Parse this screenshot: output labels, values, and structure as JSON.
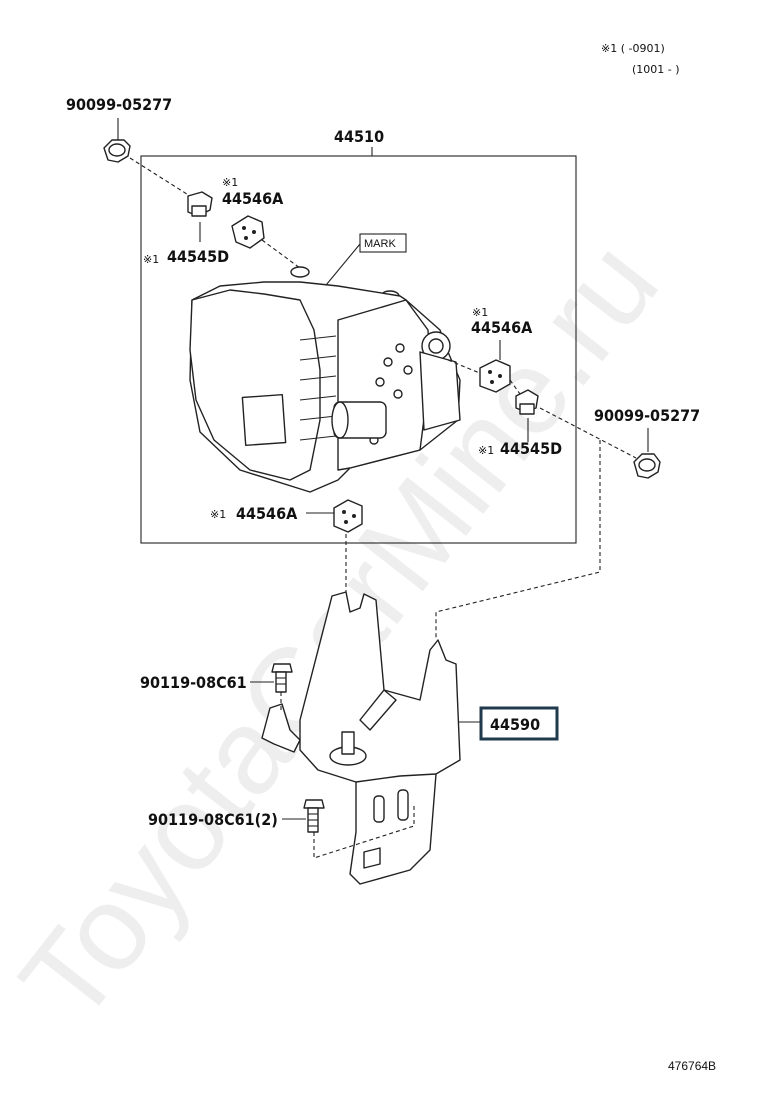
{
  "footnote": {
    "line1": "※1 (      -0901)",
    "line2": "(1001 -      )"
  },
  "watermark": "ToyotaCarMine.ru",
  "image_code": "476764B",
  "labels": {
    "bolt_top_left": "90099-05277",
    "abs_unit": "44510",
    "cushion_top_mark": "※1",
    "cushion_top": "44546A",
    "collar_top_mark": "※1",
    "collar_top": "44545D",
    "mark_label": "MARK",
    "cushion_right_mark": "※1",
    "cushion_right": "44546A",
    "bolt_right": "90099-05277",
    "collar_right_mark": "※1",
    "collar_right": "44545D",
    "cushion_bottom_mark": "※1",
    "cushion_bottom": "44546A",
    "bolt_bracket": "90119-08C61",
    "bracket": "44590",
    "bolt_bracket_2": "90119-08C61(2)"
  },
  "icons": {
    "bolt": "flange-bolt-icon",
    "cushion": "rubber-cushion-icon",
    "collar": "collar-icon"
  }
}
